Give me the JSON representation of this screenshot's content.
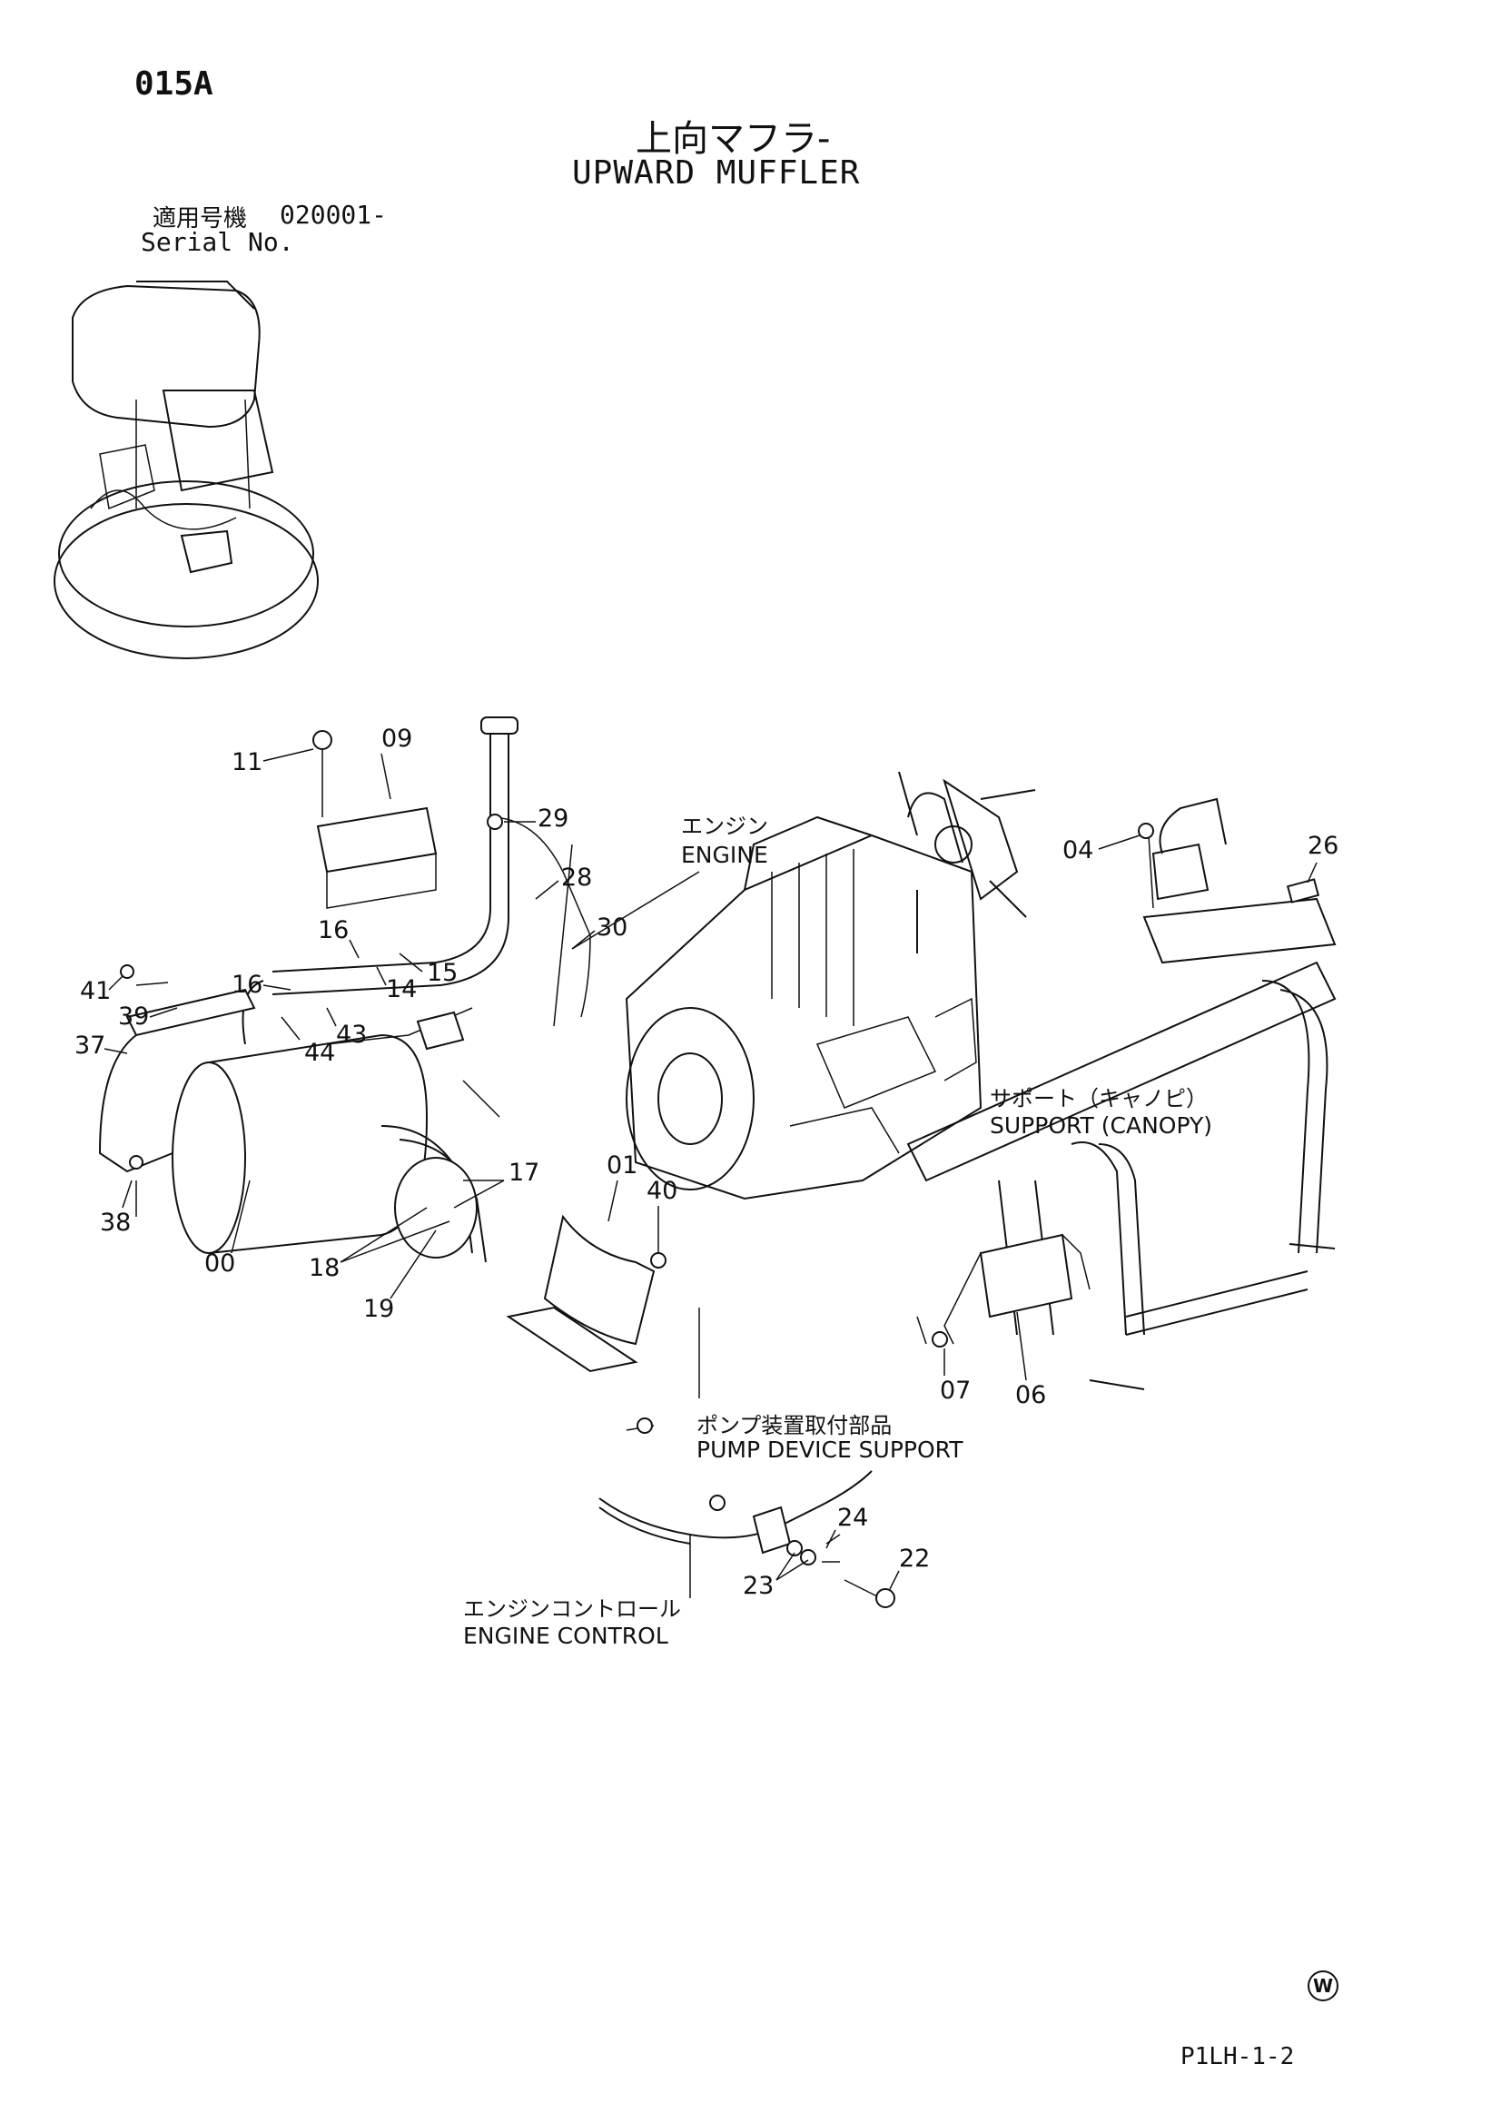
{
  "header": {
    "page_code": "015A",
    "title_jp": "上向マフラ-",
    "title_en": "UPWARD MUFFLER",
    "serial_label_jp": "適用号機",
    "serial_value": "020001-",
    "serial_label_en": "Serial No."
  },
  "callouts": {
    "engine_jp": "エンジン",
    "engine_en": "ENGINE",
    "support_jp": "サポート（キャノピ）",
    "support_en": "SUPPORT (CANOPY)",
    "pump_jp": "ポンプ装置取付部品",
    "pump_en": "PUMP DEVICE SUPPORT",
    "control_jp": "エンジンコントロール",
    "control_en": "ENGINE CONTROL"
  },
  "part_numbers": [
    "11",
    "09",
    "29",
    "28",
    "30",
    "16",
    "15",
    "14",
    "16",
    "43",
    "44",
    "41",
    "39",
    "37",
    "38",
    "00",
    "18",
    "17",
    "19",
    "01",
    "40",
    "04",
    "26",
    "07",
    "06",
    "24",
    "22",
    "23"
  ],
  "footer": {
    "page_ref": "P1LH-1-2",
    "mark": "W"
  }
}
